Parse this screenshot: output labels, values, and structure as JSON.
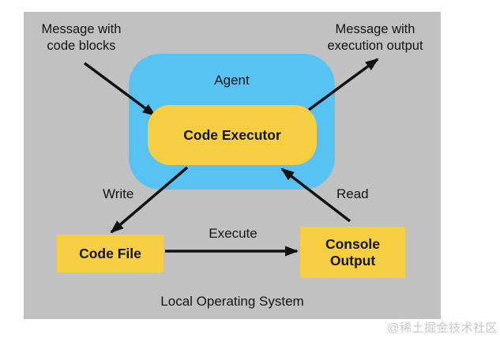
{
  "diagram": {
    "nodes": {
      "agent": {
        "label": "Agent"
      },
      "code_executor": {
        "label": "Code Executor"
      },
      "code_file": {
        "label": "Code File"
      },
      "console_output": {
        "label": "Console Output"
      }
    },
    "annotations": {
      "message_in": "Message with code blocks",
      "message_out": "Message with execution output"
    },
    "edge_labels": {
      "write": "Write",
      "read": "Read",
      "execute": "Execute"
    },
    "container_label": "Local Operating System",
    "watermark": "@稀土掘金技术社区",
    "colors": {
      "page_background": "#ffffff",
      "canvas_background": "#c1c1c1",
      "agent_fill": "#58c3f2",
      "node_fill": "#f6ce42",
      "arrow": "#121212",
      "text": "#141414",
      "watermark_text": "#c9c9c9"
    }
  }
}
